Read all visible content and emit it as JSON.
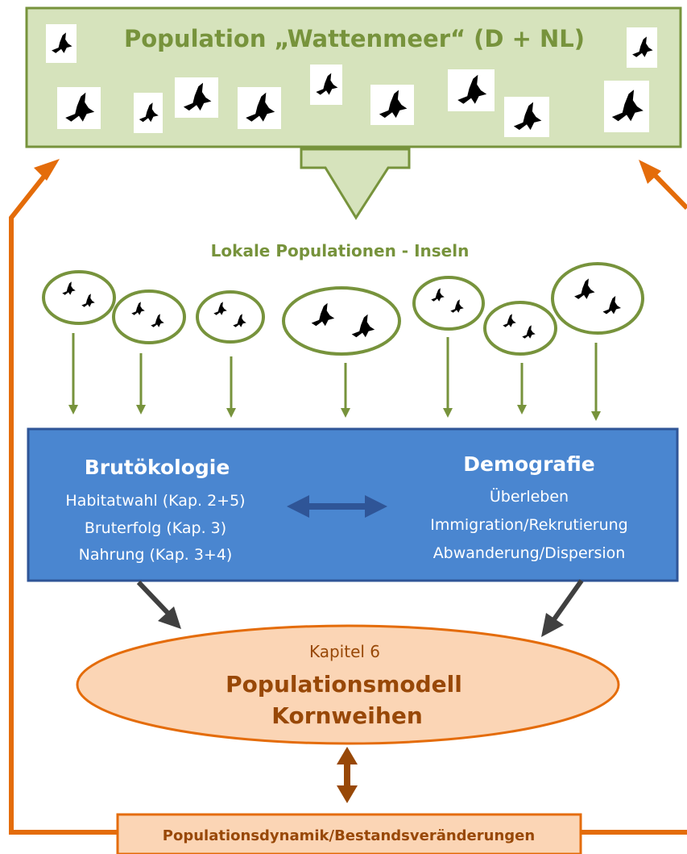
{
  "top_box": {
    "title": "Population „Wattenmeer“ (D + NL)"
  },
  "local": {
    "title": "Lokale Populationen - Inseln"
  },
  "blue_box": {
    "left": {
      "heading": "Brutökologie",
      "lines": [
        "Habitatwahl (Kap. 2+5)",
        "Bruterfolg (Kap. 3)",
        "Nahrung (Kap. 3+4)"
      ]
    },
    "right": {
      "heading": "Demografie",
      "lines": [
        "Überleben",
        "Immigration/Rekrutierung",
        "Abwanderung/Dispersion"
      ]
    }
  },
  "model": {
    "chapter": "Kapitel 6",
    "line1": "Populationsmodell",
    "line2": "Kornweihen"
  },
  "bottom_box": {
    "label": "Populationsdynamik/Bestandsveränderungen"
  },
  "colors": {
    "green_fill": "#d6e3bc",
    "green_border": "#77933c",
    "green_text": "#77933c",
    "blue_fill": "#4a86d0",
    "blue_border": "#2f5597",
    "orange_fill": "#fbd5b5",
    "orange_border": "#e46c0a",
    "orange_arrow": "#e46c0a",
    "model_text": "#984807",
    "dark_arrow": "#404040",
    "double_arrow_blue": "#2f5597",
    "double_arrow_brown": "#984807"
  },
  "icons": [
    "harrier-silhouette-icon"
  ]
}
